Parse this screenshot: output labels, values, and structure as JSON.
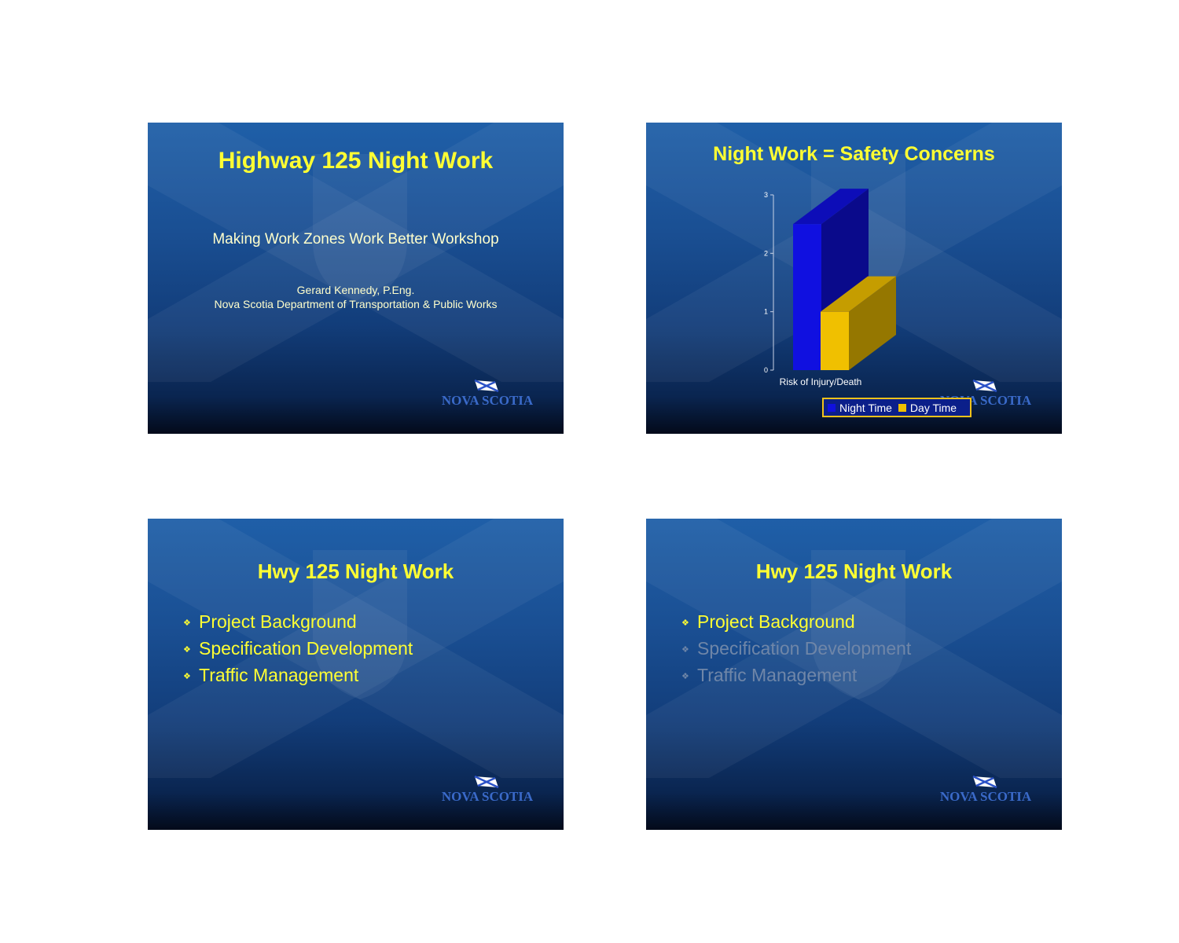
{
  "slides": [
    {
      "title": "Highway 125 Night Work",
      "subtitle": "Making Work Zones Work Better Workshop",
      "author": "Gerard Kennedy, P.Eng.",
      "organization": "Nova Scotia Department of Transportation & Public Works",
      "logo_text": "NOVA SCOTIA"
    },
    {
      "title": "Night Work = Safety Concerns",
      "logo_text": "NOVA SCOTIA"
    },
    {
      "title": "Hwy 125 Night Work",
      "bullets": [
        "Project Background",
        "Specification Development",
        "Traffic Management"
      ],
      "logo_text": "NOVA SCOTIA"
    },
    {
      "title": "Hwy 125 Night Work",
      "bullets": [
        "Project Background",
        "Specification Development",
        "Traffic Management"
      ],
      "highlighted_bullet": 0,
      "logo_text": "NOVA SCOTIA"
    }
  ],
  "chart_data": {
    "type": "bar",
    "categories": [
      "Risk of Injury/Death"
    ],
    "series": [
      {
        "name": "Night Time",
        "values": [
          2.5
        ],
        "color": "#1010e0"
      },
      {
        "name": "Day Time",
        "values": [
          1.0
        ],
        "color": "#f0c000"
      }
    ],
    "yticks": [
      "0",
      "1",
      "2",
      "3"
    ],
    "ylim": [
      0,
      3
    ],
    "legend": "bottom"
  },
  "colors": {
    "title": "#ffff33",
    "text": "#ffffcc",
    "dimmed": "#6f86a8",
    "background": "#1a4f93"
  }
}
